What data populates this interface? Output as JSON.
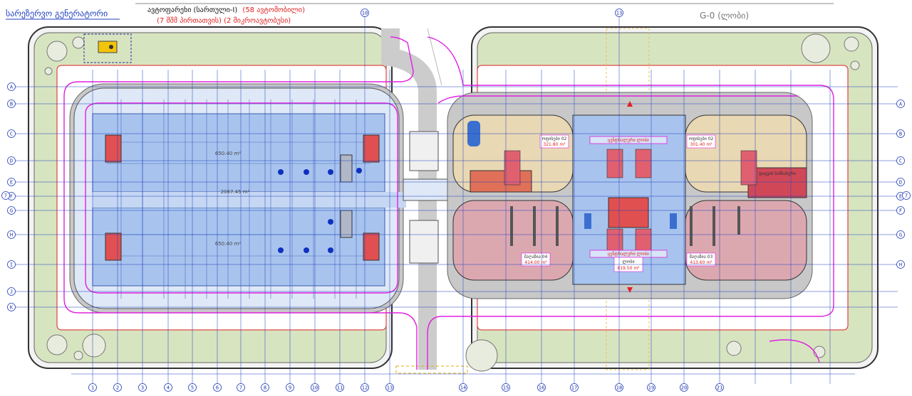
{
  "header": {
    "generator_title": "სარეზერვო გენერატორი",
    "line1_black": "ავტოფარეხი (სართული-I)",
    "line1_red": "(58 ავტომობილი)",
    "line2_red": "(7 შშმ პირთათვის) (2 მიკროავტობუსი)",
    "level_label": "G-0 (ლობი)"
  },
  "parking": {
    "upper_area": "650.40 m²",
    "center_area": "2067.45 m²",
    "lower_area": "650.40 m²"
  },
  "rooms": {
    "top_left_name": "ოფისები 02",
    "top_left_area": "321.80 m²",
    "top_right_name": "ოფისები 02",
    "top_right_area": "301.40 m²",
    "bottom_left_name": "მაღაზია 04",
    "bottom_left_area": "414.00 m²",
    "bottom_right_name": "მაღაზია 03",
    "bottom_right_area": "413.60 m²",
    "lobby_name": "ლობი",
    "lobby_area": "819.50 m²",
    "lobby_banner_top": "ცენტრალური ლობი",
    "lobby_banner_bottom": "ცენტრალური ლობი",
    "security_room": "დაცვის სამსახური"
  },
  "grid": {
    "bottom_labels": [
      "1",
      "2",
      "3",
      "4",
      "5",
      "6",
      "7",
      "8",
      "9",
      "10",
      "11",
      "12",
      "13",
      "14",
      "15",
      "16",
      "17",
      "18",
      "19",
      "20",
      "21"
    ],
    "left_labels": [
      "A",
      "B",
      "C",
      "D",
      "E",
      "F",
      "G",
      "H",
      "I",
      "J",
      "K"
    ],
    "right_labels": [
      "A",
      "B",
      "C",
      "D",
      "E",
      "F",
      "G",
      "H"
    ],
    "top_labels": [
      "10",
      "13"
    ],
    "side_marker": "7"
  },
  "colors": {
    "parking_fill": "#a8c4ee",
    "lobby_fill": "#a8c4ee",
    "office_fill": "#e9d8b4",
    "shop_fill": "#dca8b0",
    "green_fill": "#d7e4c0",
    "route": "#e020e0",
    "grid": "#1f3fbf",
    "outline_red": "#e02020"
  }
}
